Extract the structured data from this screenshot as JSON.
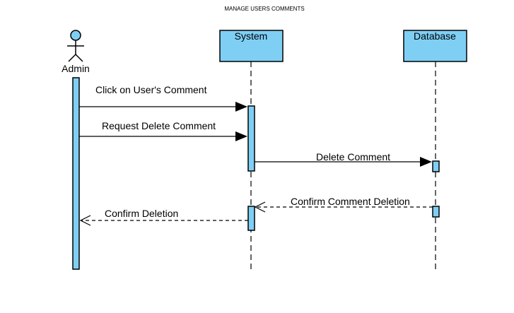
{
  "diagram": {
    "title": "MANAGE USERS COMMENTS",
    "actor": {
      "label": "Admin"
    },
    "participants": [
      {
        "label": "System"
      },
      {
        "label": "Database"
      }
    ],
    "messages": [
      {
        "label": "Click on User's Comment",
        "from": "Admin",
        "to": "System",
        "style": "solid"
      },
      {
        "label": "Request Delete Comment",
        "from": "Admin",
        "to": "System",
        "style": "solid"
      },
      {
        "label": "Delete Comment",
        "from": "System",
        "to": "Database",
        "style": "solid"
      },
      {
        "label": "Confirm Comment Deletion",
        "from": "Database",
        "to": "System",
        "style": "dashed"
      },
      {
        "label": "Confirm Deletion",
        "from": "System",
        "to": "Admin",
        "style": "dashed"
      }
    ],
    "colors": {
      "fill": "#7fcff5",
      "stroke": "#000000",
      "background": "#ffffff"
    }
  }
}
